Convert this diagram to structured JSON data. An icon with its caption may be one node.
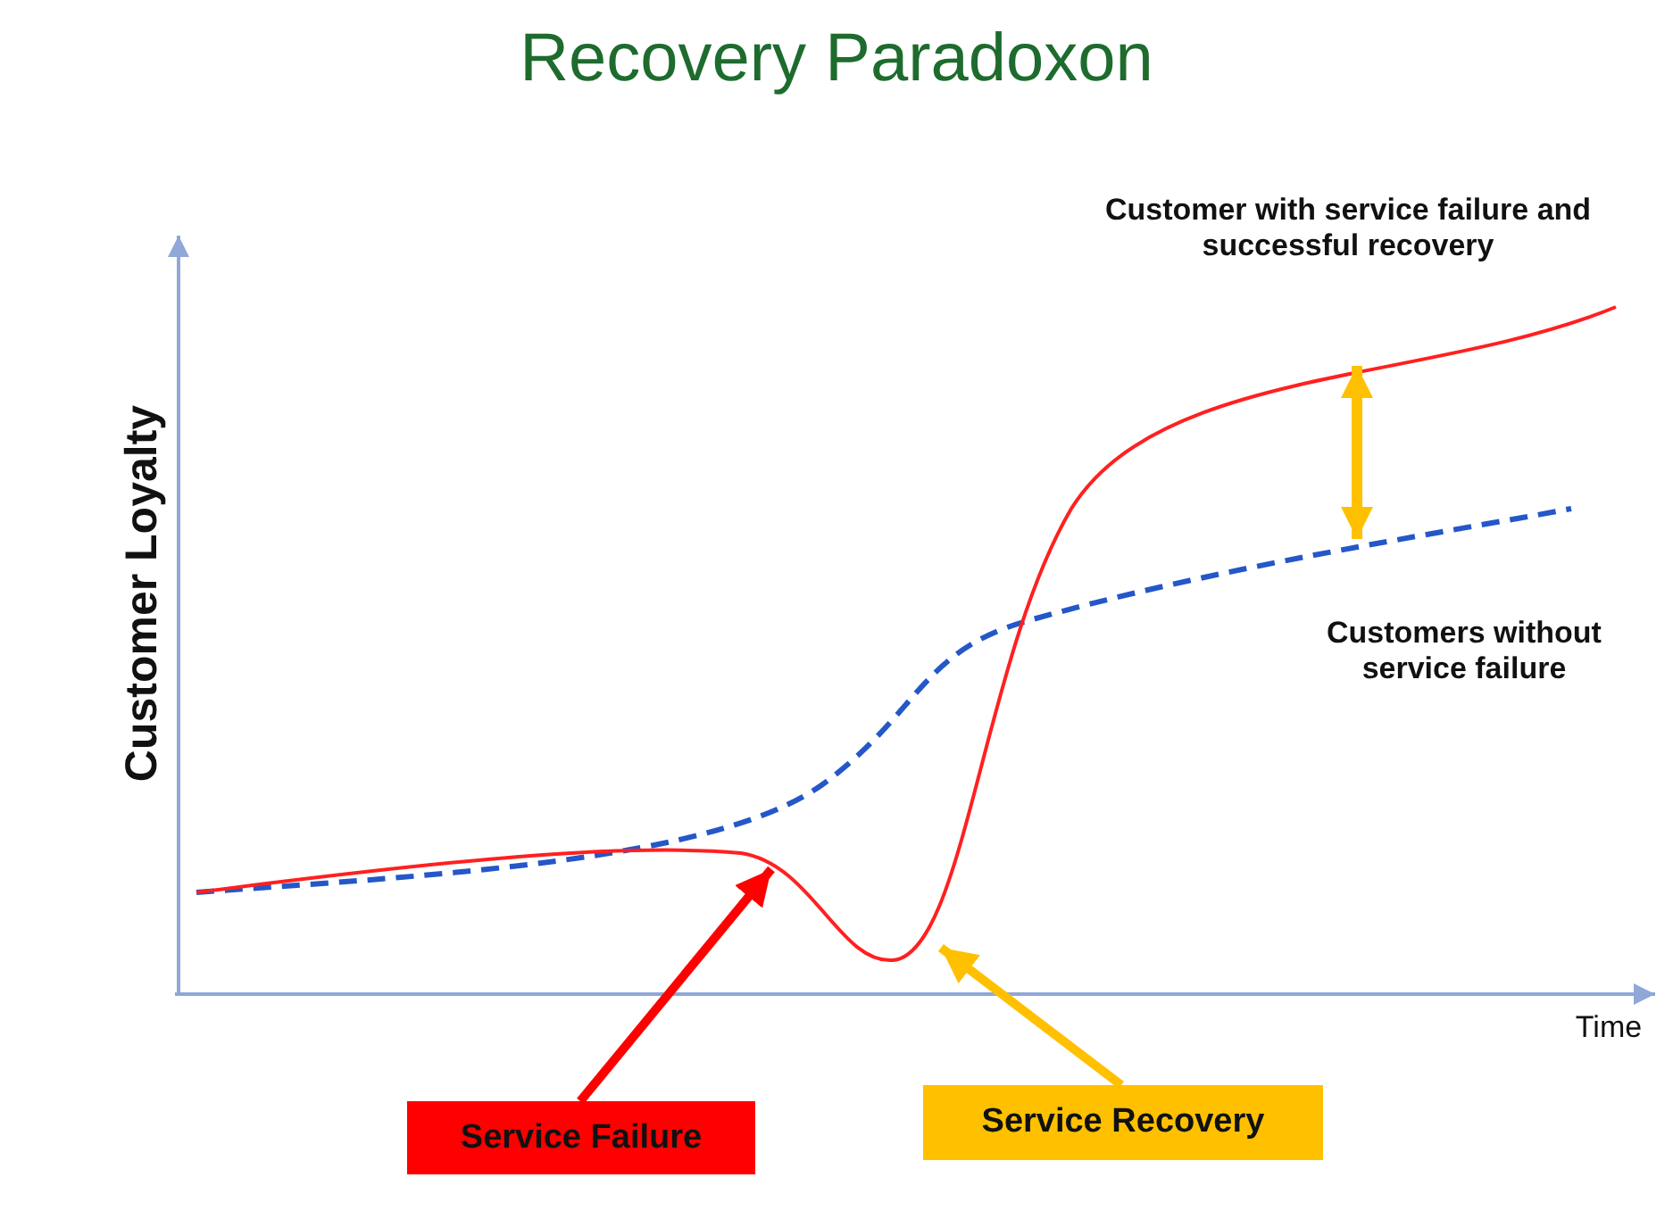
{
  "diagram": {
    "title": "Recovery Paradoxon",
    "nodes": [
      {
        "text": [
          "Service Failure"
        ]
      },
      {
        "text": [
          "Service Recovery"
        ]
      },
      {
        "text": [],
        "shape": "line"
      }
    ],
    "edges": [
      {
        "from": 0,
        "to": 2,
        "arrow": "to",
        "color": "#ff0000"
      },
      {
        "from": 1,
        "to": 2,
        "arrow": "to",
        "color": "#ffc000"
      }
    ],
    "labels": [
      "Customer with service failure and successful recovery",
      "Customer Loyalty",
      "Customers without service failure",
      "Time"
    ]
  }
}
